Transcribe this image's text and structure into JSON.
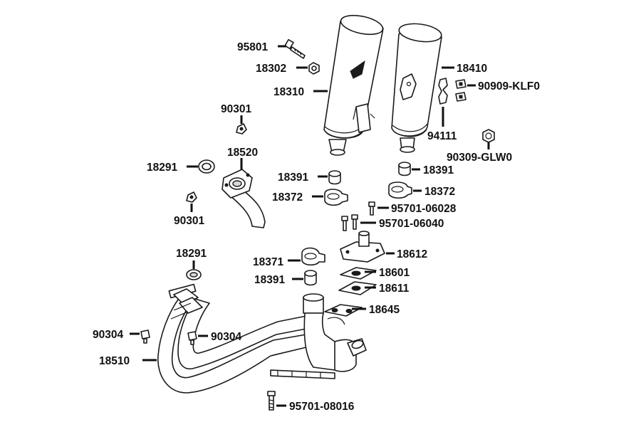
{
  "labels": {
    "p95801": "95801",
    "p18302": "18302",
    "p18310": "18310",
    "p18410": "18410",
    "p90909": "90909-KLF0",
    "p94111": "94111",
    "p90309": "90309-GLW0",
    "p90301a": "90301",
    "p18520": "18520",
    "p18291a": "18291",
    "p90301b": "90301",
    "p18391a": "18391",
    "p18391b": "18391",
    "p18372a": "18372",
    "p18372b": "18372",
    "p95701_06028": "95701-06028",
    "p95701_06040": "95701-06040",
    "p18291b": "18291",
    "p18371": "18371",
    "p18612": "18612",
    "p18391c": "18391",
    "p18601": "18601",
    "p18611": "18611",
    "p18645": "18645",
    "p90304a": "90304",
    "p90304b": "90304",
    "p18510": "18510",
    "p95701_08016": "95701-08016"
  }
}
